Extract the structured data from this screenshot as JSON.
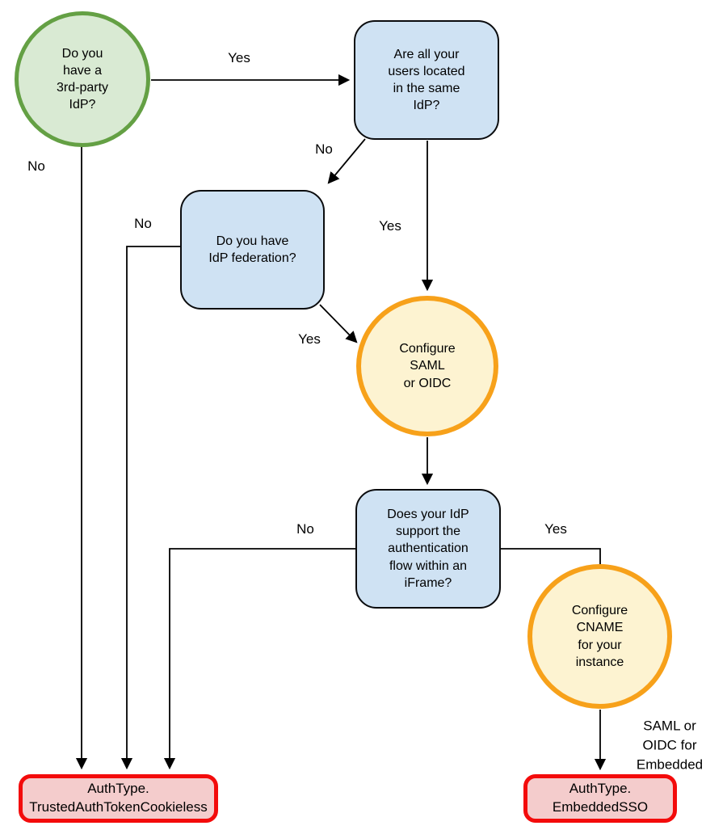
{
  "diagram": {
    "type": "flowchart",
    "nodes": {
      "start": {
        "text": "Do you\nhave a\n3rd-party\nIdP?",
        "shape": "circle",
        "fill": "#d9ead3",
        "border": "#64a044"
      },
      "same_idp": {
        "text": "Are all your\nusers located\nin the same\nIdP?",
        "shape": "rounded-rect",
        "fill": "#cfe2f3",
        "border": "#0b0c0e"
      },
      "federation": {
        "text": "Do you have\nIdP federation?",
        "shape": "rounded-rect",
        "fill": "#cfe2f3",
        "border": "#0b0c0e"
      },
      "configure_saml": {
        "text": "Configure\nSAML\nor OIDC",
        "shape": "circle",
        "fill": "#fdf3d1",
        "border": "#f7a11a"
      },
      "iframe_support": {
        "text": "Does your IdP\nsupport the\nauthentication\nflow within an\niFrame?",
        "shape": "rounded-rect",
        "fill": "#cfe2f3",
        "border": "#0b0c0e"
      },
      "configure_cname": {
        "text": "Configure\nCNAME\nfor your\ninstance",
        "shape": "circle",
        "fill": "#fdf3d1",
        "border": "#f7a11a"
      },
      "trusted_auth": {
        "text": "AuthType.\nTrustedAuthTokenCookieless",
        "shape": "rounded-rect",
        "fill": "#f4cccc",
        "border": "#f30b0b"
      },
      "embedded_sso": {
        "text": "AuthType.\nEmbeddedSSO",
        "shape": "rounded-rect",
        "fill": "#f4cccc",
        "border": "#f30b0b"
      }
    },
    "edge_labels": {
      "yes_start_to_same_idp": "Yes",
      "no_start_to_trusted": "No",
      "no_same_idp_to_federation": "No",
      "yes_same_idp_to_saml": "Yes",
      "no_federation_to_trusted": "No",
      "yes_federation_to_saml": "Yes",
      "no_iframe_to_trusted": "No",
      "yes_iframe_to_cname": "Yes",
      "saml_oidc_for_embedded": "SAML or\nOIDC for\nEmbedded"
    },
    "edges": [
      {
        "from": "start",
        "to": "same_idp",
        "label": "Yes"
      },
      {
        "from": "start",
        "to": "trusted_auth",
        "label": "No"
      },
      {
        "from": "same_idp",
        "to": "federation",
        "label": "No"
      },
      {
        "from": "same_idp",
        "to": "configure_saml",
        "label": "Yes"
      },
      {
        "from": "federation",
        "to": "trusted_auth",
        "label": "No"
      },
      {
        "from": "federation",
        "to": "configure_saml",
        "label": "Yes"
      },
      {
        "from": "configure_saml",
        "to": "iframe_support",
        "label": ""
      },
      {
        "from": "iframe_support",
        "to": "trusted_auth",
        "label": "No"
      },
      {
        "from": "iframe_support",
        "to": "configure_cname",
        "label": "Yes"
      },
      {
        "from": "configure_cname",
        "to": "embedded_sso",
        "label": "SAML or OIDC for Embedded"
      }
    ],
    "line_color": "#000000"
  }
}
